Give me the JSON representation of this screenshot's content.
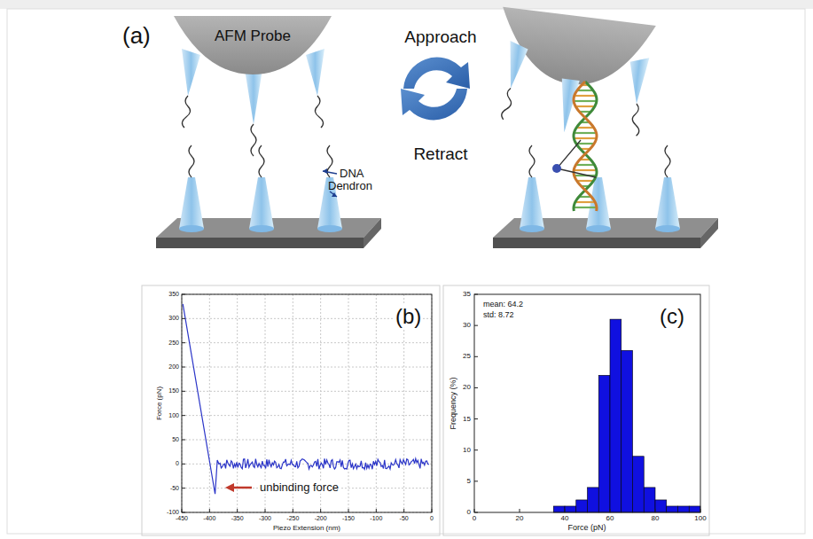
{
  "diagram": {
    "nodes": [
      {
        "text": [
          "AFM Probe"
        ]
      }
    ],
    "labels": [
      "(a)",
      "Approach",
      "Retract",
      "DNA",
      "Dendron",
      "(b)",
      "Force (pN)",
      "Piezo Extension (nm)",
      "unbinding force",
      "(c)",
      "mean: 64.2",
      "std: 8.72",
      "Frequency (%)",
      "Force (pN)",
      "350",
      "300",
      "250",
      "200",
      "150",
      "100",
      "50",
      "0",
      "-50",
      "-100",
      "-450",
      "-400",
      "-350",
      "-300",
      "-250",
      "-200",
      "-150",
      "-100",
      "-50",
      "0",
      "35",
      "30",
      "25",
      "20",
      "15",
      "10",
      "5",
      "0",
      "0",
      "20",
      "40",
      "60",
      "80",
      "100"
    ]
  }
}
